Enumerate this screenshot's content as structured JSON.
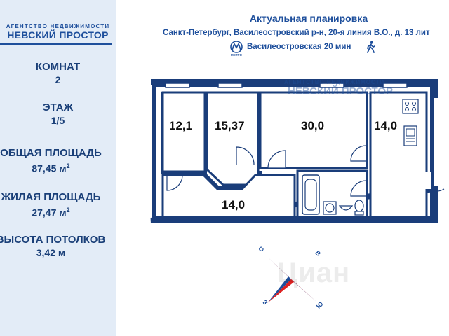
{
  "agency": {
    "subtitle": "АГЕНТСТВО НЕДВИЖИМОСТИ",
    "name": "НЕВСКИЙ ПРОСТОР"
  },
  "stats": [
    {
      "label": "КОМНАТ",
      "value": "2",
      "unit": ""
    },
    {
      "label": "ЭТАЖ",
      "value": "1/5",
      "unit": ""
    },
    {
      "label": "ОБЩАЯ ПЛОЩАДЬ",
      "value": "87,45 м",
      "unit": "2"
    },
    {
      "label": "ЖИЛАЯ ПЛОЩАДЬ",
      "value": "27,47 м",
      "unit": "2"
    },
    {
      "label": "ВЫСОТА ПОТОЛКОВ",
      "value": "3,42 м",
      "unit": ""
    }
  ],
  "header": {
    "title": "Актуальная планировка",
    "address": "Санкт-Петербург, Василеостровский р-н, 20-я линия В.О., д. 13 лит",
    "metro_station": "Василеостровская  20 мин",
    "metro_logo_text": "МЕТРО"
  },
  "rooms": [
    {
      "name": "room-1",
      "area": "12,1"
    },
    {
      "name": "room-2",
      "area": "15,37"
    },
    {
      "name": "room-3",
      "area": "30,0"
    },
    {
      "name": "kitchen",
      "area": "14,0"
    },
    {
      "name": "hall",
      "area": "14,0"
    }
  ],
  "watermark": {
    "subtitle": "АГЕНТСТВО НЕДВИЖИМОСТИ",
    "name": "НЕВСКИЙ ПРОСТОР",
    "cian": "Циан"
  },
  "compass": {
    "north": "С",
    "east": "В",
    "south": "Ю",
    "west": "З"
  },
  "colors": {
    "accent": "#1e4f9c",
    "wall": "#1a3d7a",
    "sidebar": "#e3ecf7"
  }
}
